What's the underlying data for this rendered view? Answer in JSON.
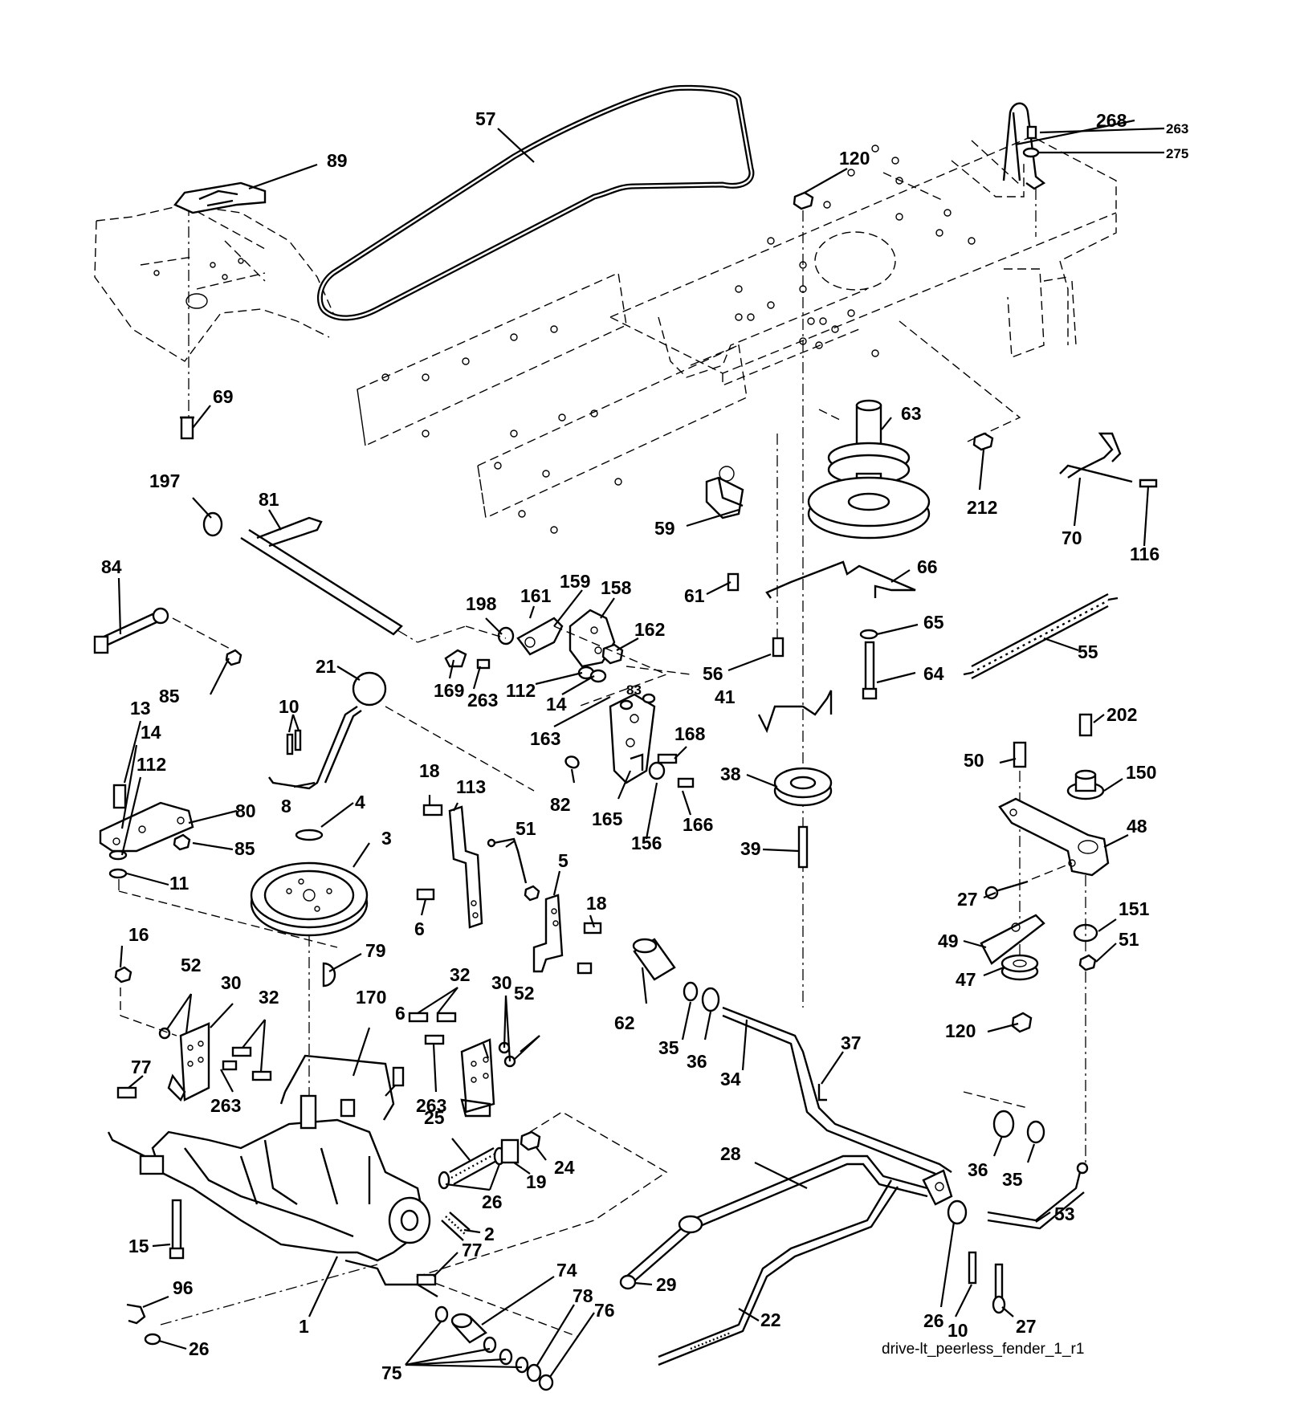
{
  "diagram": {
    "caption": "drive-lt_peerless_fender_1_r1",
    "callouts": [
      "57",
      "89",
      "268",
      "263",
      "275",
      "120",
      "69",
      "63",
      "212",
      "70",
      "116",
      "197",
      "81",
      "59",
      "84",
      "66",
      "61",
      "198",
      "161",
      "159",
      "158",
      "65",
      "55",
      "162",
      "56",
      "64",
      "85",
      "21",
      "169",
      "263",
      "112",
      "14",
      "83",
      "41",
      "10",
      "163",
      "168",
      "13",
      "202",
      "14",
      "38",
      "50",
      "150",
      "112",
      "82",
      "165",
      "166",
      "80",
      "8",
      "4",
      "18",
      "113",
      "156",
      "48",
      "39",
      "85",
      "3",
      "51",
      "27",
      "11",
      "5",
      "18",
      "6",
      "49",
      "151",
      "51",
      "16",
      "79",
      "47",
      "32",
      "52",
      "30",
      "62",
      "35",
      "36",
      "120",
      "170",
      "32",
      "30",
      "6",
      "52",
      "37",
      "77",
      "34",
      "263",
      "263",
      "25",
      "24",
      "28",
      "36",
      "35",
      "19",
      "26",
      "53",
      "15",
      "2",
      "77",
      "74",
      "29",
      "26",
      "10",
      "27",
      "96",
      "1",
      "78",
      "76",
      "22",
      "26",
      "75"
    ]
  }
}
